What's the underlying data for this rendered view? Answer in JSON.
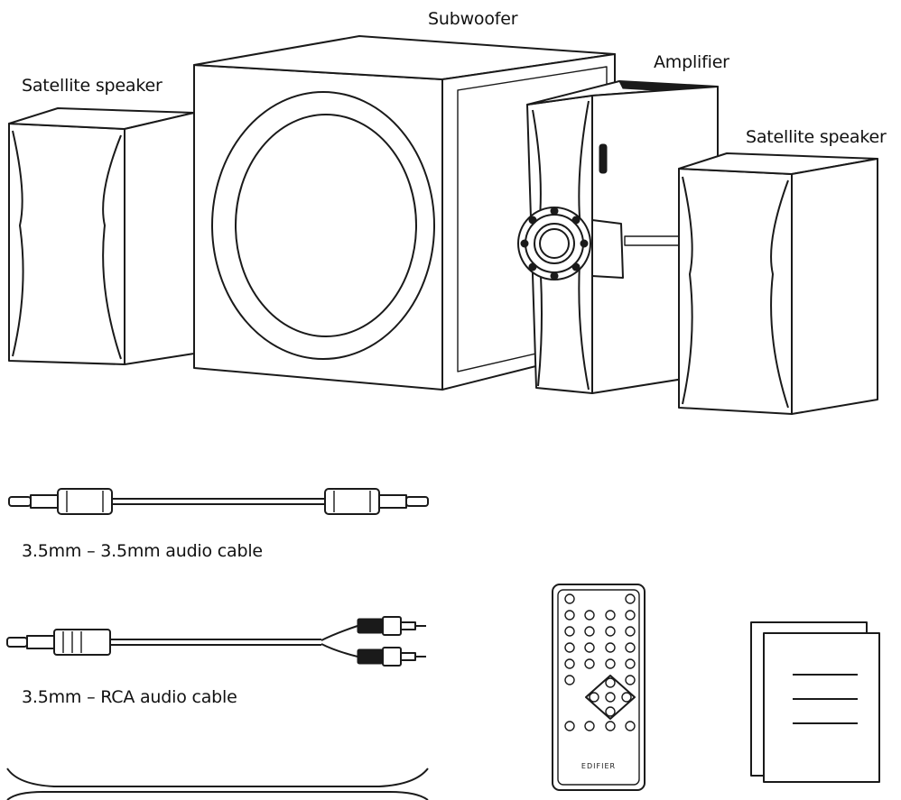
{
  "labels": {
    "subwoofer": "Subwoofer",
    "amplifier": "Amplifier",
    "satellite_left": "Satellite speaker",
    "satellite_right": "Satellite speaker",
    "cable_35_35": "3.5mm – 3.5mm audio cable",
    "cable_35_rca": "3.5mm – RCA audio cable",
    "remote_brand": "EDIFIER"
  },
  "colors": {
    "ink": "#1a1a1a",
    "paper": "#ffffff"
  }
}
